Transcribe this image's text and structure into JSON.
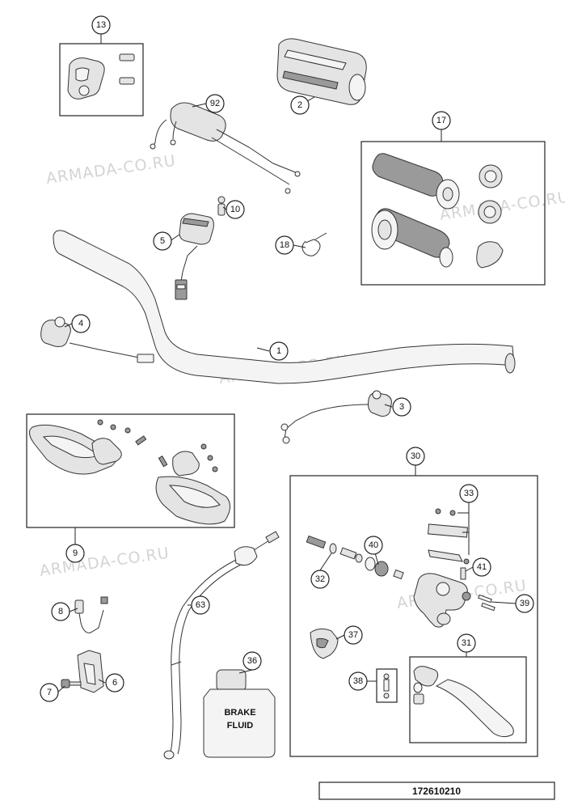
{
  "watermark": "ARMADA-CO.RU",
  "callouts": [
    "1",
    "2",
    "3",
    "4",
    "5",
    "6",
    "7",
    "8",
    "9",
    "10",
    "13",
    "17",
    "18",
    "30",
    "31",
    "32",
    "33",
    "36",
    "37",
    "38",
    "39",
    "40",
    "41",
    "63",
    "92"
  ],
  "fluid_label": {
    "line1": "BRAKE",
    "line2": "FLUID"
  },
  "document_number": "172610210",
  "colors": {
    "line": "#222222",
    "part_fill": "#e4e4e4",
    "watermark": "#d4d4d4"
  }
}
